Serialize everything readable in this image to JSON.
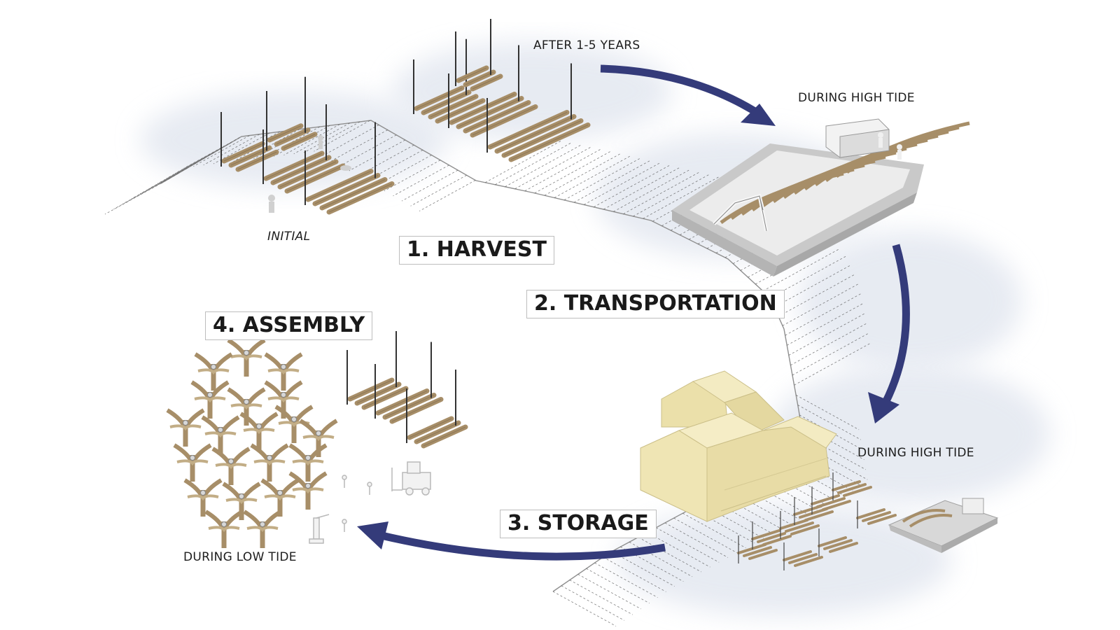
{
  "stages": {
    "harvest": "1. HARVEST",
    "transportation": "2. TRANSPORTATION",
    "storage": "3. STORAGE",
    "assembly": "4. ASSEMBLY"
  },
  "captions": {
    "initial": "INITIAL",
    "after_years": "AFTER 1-5 YEARS",
    "high_tide_barge": "DURING HIGH TIDE",
    "high_tide_storage": "DURING HIGH TIDE",
    "low_tide": "DURING LOW TIDE"
  },
  "colors": {
    "arrow": "#343b7a",
    "timber": "#a78e68",
    "building": "#f0e6b4",
    "hull": "#d4d4d4",
    "water_haze": "#dfe4ee",
    "hatch": "#555555"
  }
}
